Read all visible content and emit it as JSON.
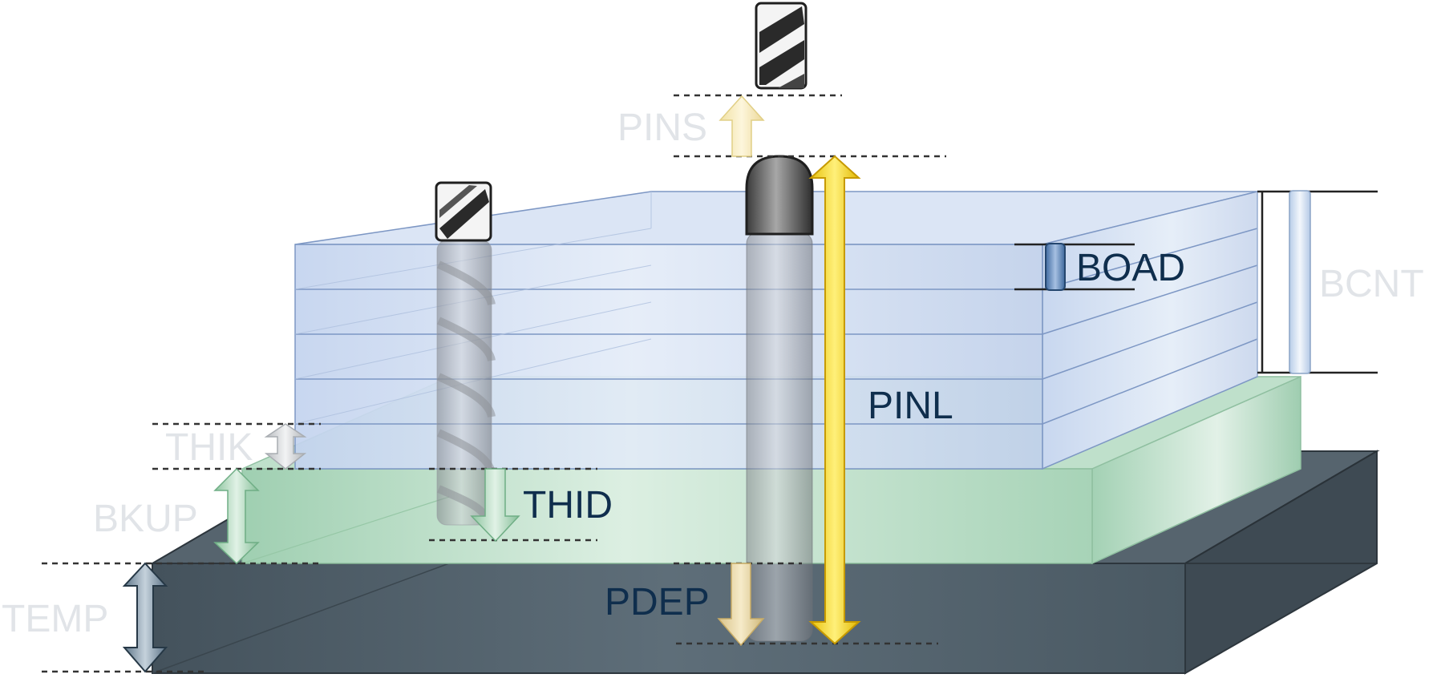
{
  "labels": {
    "pins": "PINS",
    "boad": "BOAD",
    "bcnt": "BCNT",
    "pinl": "PINL",
    "thik": "THIK",
    "thid": "THID",
    "bkup": "BKUP",
    "pdep": "PDEP",
    "temp": "TEMP"
  },
  "colors": {
    "board_fill": "#c9d8ef",
    "board_line": "#7d97c4",
    "backup_fill": "#a9d4b8",
    "template_fill": "#4f5f6a",
    "yellow_arrow": "#f5d417",
    "pale_yellow": "#f7ecc0",
    "green_arrow": "#b7dcc2",
    "slate_arrow": "#8aa0b3",
    "dark_label": "#0f2e4d",
    "faded_label": "#dde1e5"
  }
}
